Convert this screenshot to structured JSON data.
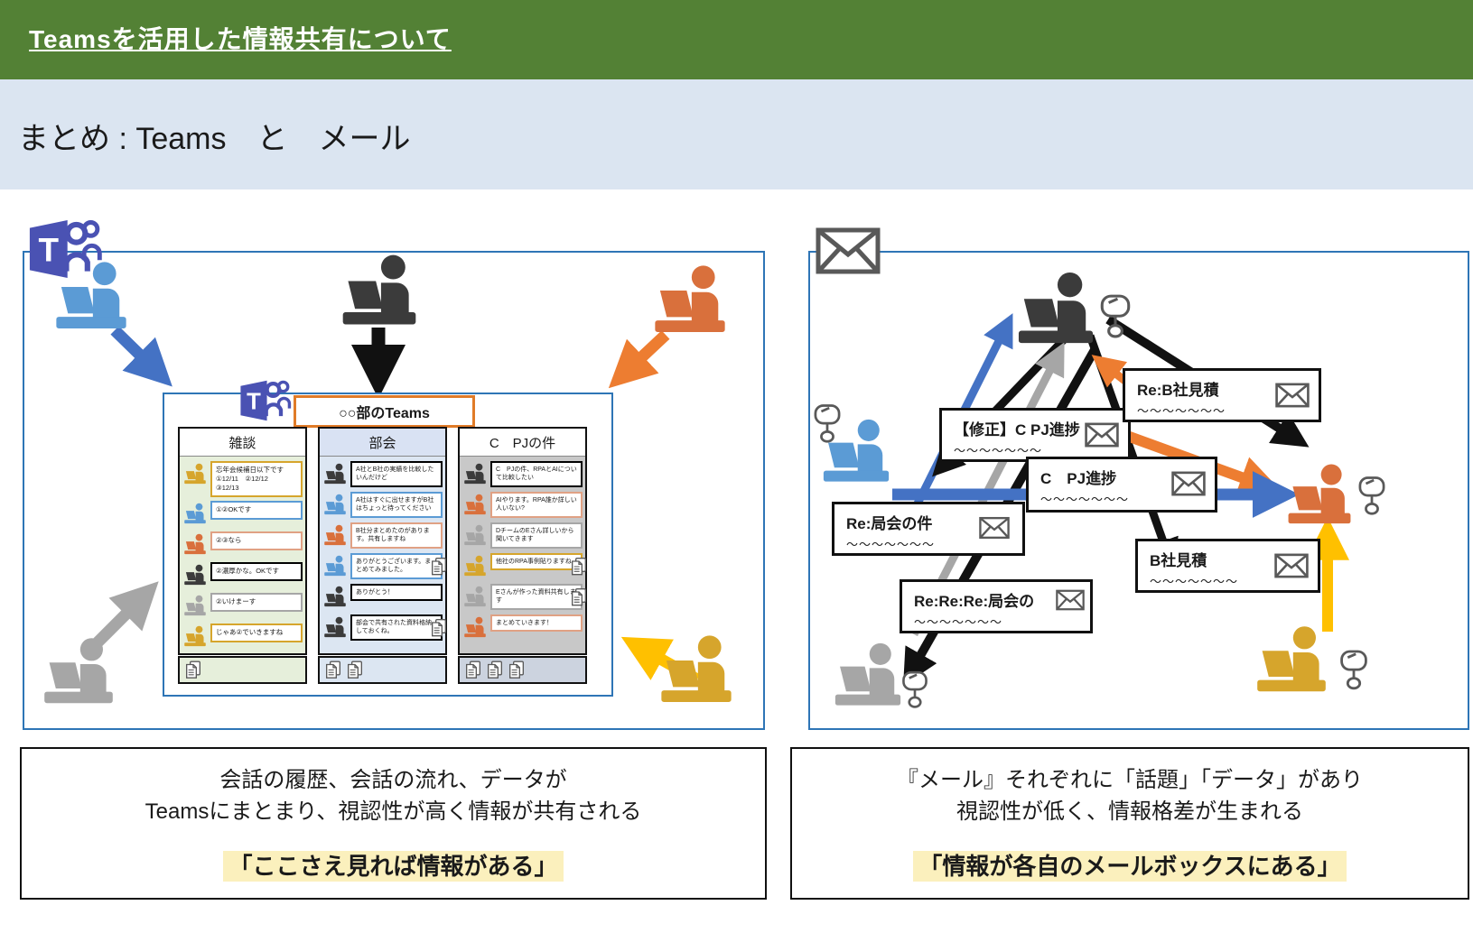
{
  "header": {
    "title": "Teamsを活用した情報共有について"
  },
  "subtitle": "まとめ : Teams　と　メール",
  "teams_panel": {
    "board_label": "○○部のTeams",
    "columns": [
      {
        "title": "雑談",
        "doc_count": 1,
        "messages": [
          {
            "text": "忘年会候補日以下です ①12/11　②12/12　③12/13",
            "color": "yellow"
          },
          {
            "text": "①②OKです",
            "color": "blue"
          },
          {
            "text": "②③なら",
            "color": "orange"
          },
          {
            "text": "②濃厚かな。OKです",
            "color": "black"
          },
          {
            "text": "②いけまーす",
            "color": "gray"
          },
          {
            "text": "じゃあ②でいきますね",
            "color": "yellow"
          }
        ]
      },
      {
        "title": "部会",
        "doc_count": 2,
        "messages": [
          {
            "text": "A社とB社の実績を比較したいんだけど",
            "color": "black"
          },
          {
            "text": "A社はすぐに出せますがB社はちょっと待ってください",
            "color": "blue"
          },
          {
            "text": "B社分まとめたのがあります。共有しますね",
            "color": "orange"
          },
          {
            "text": "ありがとうございます。まとめてみました。",
            "color": "blue"
          },
          {
            "text": "ありがとう！",
            "color": "black"
          },
          {
            "text": "部会で共有された資料格納しておくね。",
            "color": "black"
          }
        ]
      },
      {
        "title": "C　PJの件",
        "doc_count": 3,
        "messages": [
          {
            "text": "C　PJの件、RPAとAIについて比較したい",
            "color": "black"
          },
          {
            "text": "AIやります。RPA誰か詳しい人いない?",
            "color": "orange"
          },
          {
            "text": "DチームのEさん詳しいから聞いてきます",
            "color": "gray"
          },
          {
            "text": "他社のRPA事例貼りますね",
            "color": "yellow"
          },
          {
            "text": "Eさんが作った資料共有します",
            "color": "gray"
          },
          {
            "text": "まとめていきます！",
            "color": "orange"
          }
        ]
      }
    ]
  },
  "mail_panel": {
    "emails": [
      {
        "title": "Re:B社見積",
        "body": "～～～～～～～"
      },
      {
        "title": "【修正】C PJ進捗",
        "body": "～～～～～～～"
      },
      {
        "title": "C　PJ進捗",
        "body": "～～～～～～～"
      },
      {
        "title": "Re:局会の件",
        "body": "～～～～～～～"
      },
      {
        "title": "Re:Re:Re:局会の",
        "body": "～～～～～～～"
      },
      {
        "title": "B社見積",
        "body": "～～～～～～～"
      }
    ]
  },
  "summary": {
    "teams": {
      "line1": "会話の履歴、会話の流れ、データが",
      "line2": "Teamsにまとまり、視認性が高く情報が共有される",
      "highlight": "「ここさえ見れば情報がある」"
    },
    "mail": {
      "line1": "『メール』それぞれに「話題」「データ」があり",
      "line2": "視認性が低く、情報格差が生まれる",
      "highlight": "「情報が各自のメールボックスにある」"
    }
  },
  "icons": {
    "teams_logo": "teams-logo",
    "envelope": "envelope-icon",
    "person_laptop": "person-laptop-icon",
    "mailbox": "mailbox-icon",
    "document": "document-icon"
  },
  "colors": {
    "header_green": "#538135",
    "band_blue": "#dbe5f1",
    "panel_border": "#2e75b6",
    "board_label_orange": "#e07b28",
    "teams_purple": "#4a52b3",
    "person_blue": "#5b9bd5",
    "person_orange": "#d9703c",
    "person_gray": "#a6a6a6",
    "person_yellow": "#d6a52c",
    "person_dark": "#3b3b3b",
    "arrow_blue": "#4472c4",
    "arrow_yellow": "#ffc000",
    "highlight_yellow": "#fbf0bd"
  }
}
